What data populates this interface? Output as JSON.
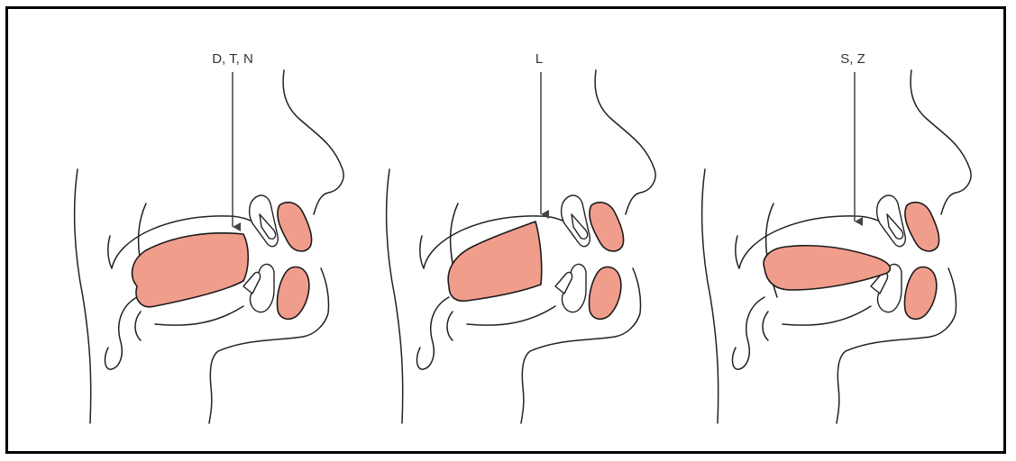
{
  "figure": {
    "colors": {
      "border": "#000000",
      "articulator_fill": "#f19d8c",
      "outline": "#222222",
      "arrow": "#444444"
    },
    "panels": [
      {
        "label": "D, T, N"
      },
      {
        "label": "L"
      },
      {
        "label": "S, Z"
      }
    ]
  }
}
